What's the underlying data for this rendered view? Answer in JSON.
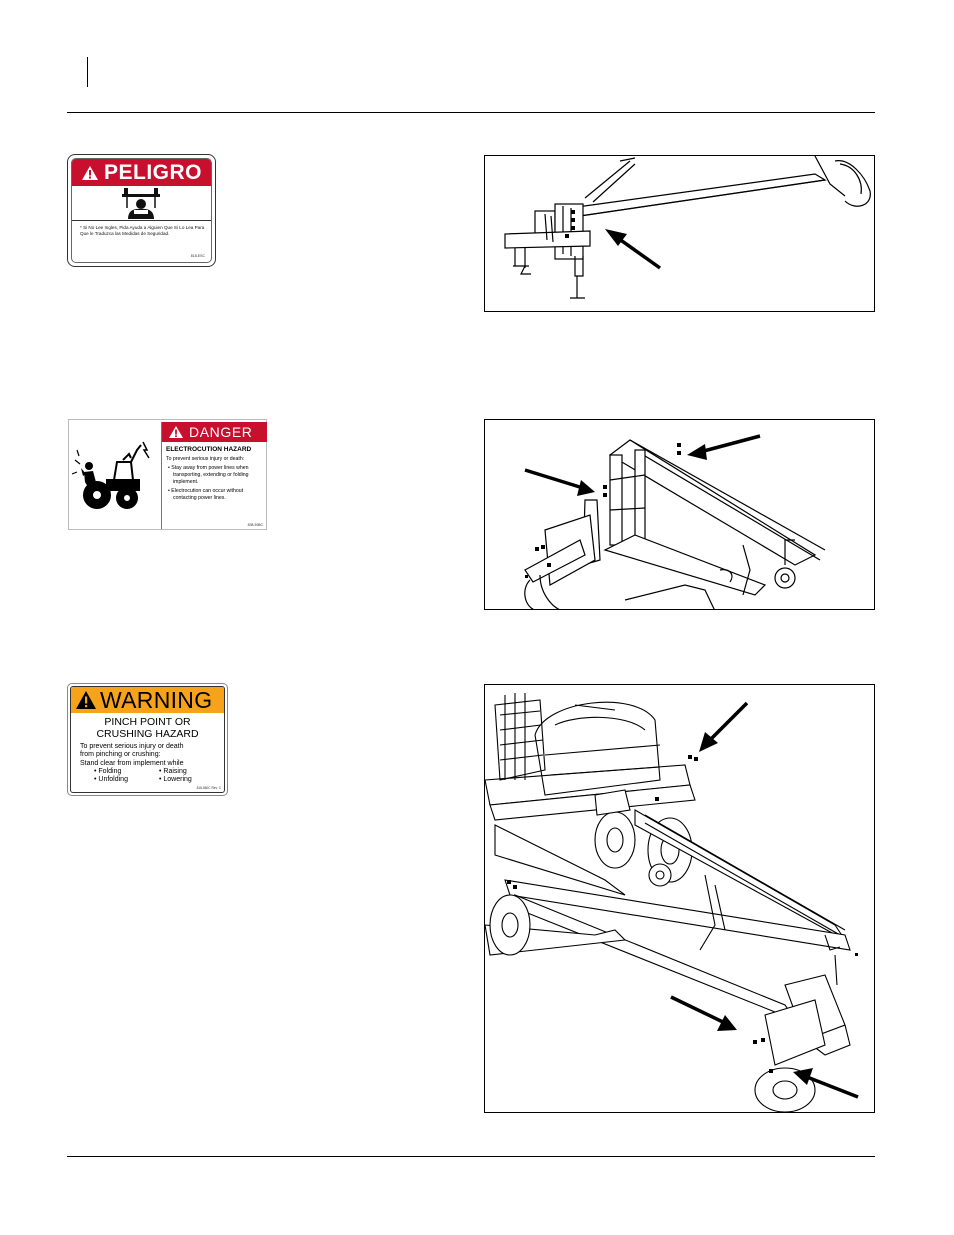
{
  "decals": {
    "peligro": {
      "header": "PELIGRO",
      "text": "* Si No Lee Ingles, Pida Ayuda a Alguien Que Si Lo Lea Para Que le Traduzca las Medidas de Seguridad.",
      "code": "818-ESC",
      "colors": {
        "header_bg": "#c8102e",
        "header_text": "#ffffff"
      }
    },
    "danger": {
      "header": "DANGER",
      "subheader": "ELECTROCUTION HAZARD",
      "intro": "To prevent serious injury or death:",
      "bullets": [
        "• Stay away from power lines when transporting, extending or folding implement.",
        "• Electrocution can occur without contacting power lines."
      ],
      "code": "838-598C",
      "colors": {
        "header_bg": "#c8102e",
        "header_text": "#ffffff"
      }
    },
    "warning": {
      "header": "WARNING",
      "hazard_lines": [
        "PINCH POINT OR",
        "CRUSHING HAZARD"
      ],
      "body_lines": [
        "To prevent serious injury or death",
        "from pinching or crushing:",
        "Stand clear from implement while"
      ],
      "actions": [
        "• Folding",
        "• Raising",
        "• Unfolding",
        "• Lowering"
      ],
      "code": "818-860C Rev. C",
      "colors": {
        "header_bg": "#f7a21b",
        "header_text": "#000000"
      }
    }
  },
  "figures": {
    "top_caption_text": "",
    "third_corner_note": ""
  },
  "icons": [
    "warning-triangle-icon",
    "arrow-icon",
    "hazard-pictogram-icon"
  ]
}
